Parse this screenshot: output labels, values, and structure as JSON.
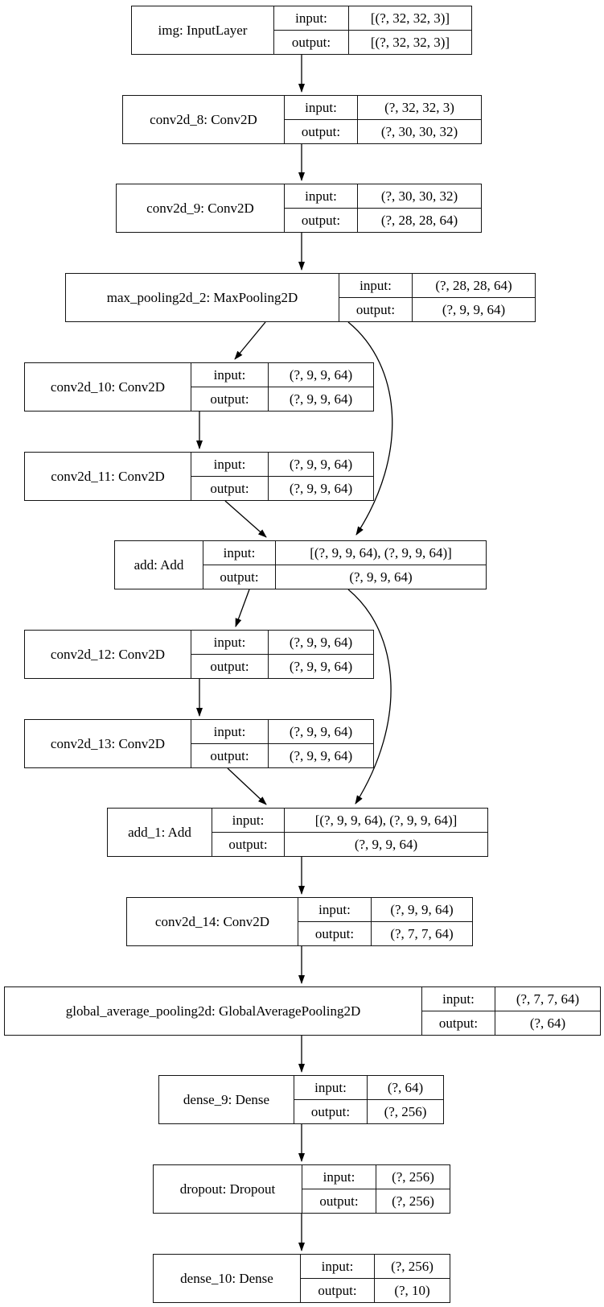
{
  "diagram": {
    "kind": "keras-model-architecture-graph",
    "field_labels": {
      "input": "input:",
      "output": "output:"
    },
    "colors": {
      "background": "#ffffff",
      "box_border": "#141414",
      "edge_stroke": "#000000",
      "text": "#000000"
    },
    "nodes": [
      {
        "id": "img",
        "label": "img: InputLayer",
        "input_shape": "[(?, 32, 32, 3)]",
        "output_shape": "[(?, 32, 32, 3)]"
      },
      {
        "id": "conv2d_8",
        "label": "conv2d_8: Conv2D",
        "input_shape": "(?, 32, 32, 3)",
        "output_shape": "(?, 30, 30, 32)"
      },
      {
        "id": "conv2d_9",
        "label": "conv2d_9: Conv2D",
        "input_shape": "(?, 30, 30, 32)",
        "output_shape": "(?, 28, 28, 64)"
      },
      {
        "id": "max_pooling2d_2",
        "label": "max_pooling2d_2: MaxPooling2D",
        "input_shape": "(?, 28, 28, 64)",
        "output_shape": "(?, 9, 9, 64)"
      },
      {
        "id": "conv2d_10",
        "label": "conv2d_10: Conv2D",
        "input_shape": "(?, 9, 9, 64)",
        "output_shape": "(?, 9, 9, 64)"
      },
      {
        "id": "conv2d_11",
        "label": "conv2d_11: Conv2D",
        "input_shape": "(?, 9, 9, 64)",
        "output_shape": "(?, 9, 9, 64)"
      },
      {
        "id": "add",
        "label": "add: Add",
        "input_shape": "[(?, 9, 9, 64), (?, 9, 9, 64)]",
        "output_shape": "(?, 9, 9, 64)"
      },
      {
        "id": "conv2d_12",
        "label": "conv2d_12: Conv2D",
        "input_shape": "(?, 9, 9, 64)",
        "output_shape": "(?, 9, 9, 64)"
      },
      {
        "id": "conv2d_13",
        "label": "conv2d_13: Conv2D",
        "input_shape": "(?, 9, 9, 64)",
        "output_shape": "(?, 9, 9, 64)"
      },
      {
        "id": "add_1",
        "label": "add_1: Add",
        "input_shape": "[(?, 9, 9, 64), (?, 9, 9, 64)]",
        "output_shape": "(?, 9, 9, 64)"
      },
      {
        "id": "conv2d_14",
        "label": "conv2d_14: Conv2D",
        "input_shape": "(?, 9, 9, 64)",
        "output_shape": "(?, 7, 7, 64)"
      },
      {
        "id": "global_average_pooling2d",
        "label": "global_average_pooling2d: GlobalAveragePooling2D",
        "input_shape": "(?, 7, 7, 64)",
        "output_shape": "(?, 64)"
      },
      {
        "id": "dense_9",
        "label": "dense_9: Dense",
        "input_shape": "(?, 64)",
        "output_shape": "(?, 256)"
      },
      {
        "id": "dropout",
        "label": "dropout: Dropout",
        "input_shape": "(?, 256)",
        "output_shape": "(?, 256)"
      },
      {
        "id": "dense_10",
        "label": "dense_10: Dense",
        "input_shape": "(?, 256)",
        "output_shape": "(?, 10)"
      }
    ],
    "edges": [
      {
        "from": "img",
        "to": "conv2d_8"
      },
      {
        "from": "conv2d_8",
        "to": "conv2d_9"
      },
      {
        "from": "conv2d_9",
        "to": "max_pooling2d_2"
      },
      {
        "from": "max_pooling2d_2",
        "to": "conv2d_10"
      },
      {
        "from": "max_pooling2d_2",
        "to": "add"
      },
      {
        "from": "conv2d_10",
        "to": "conv2d_11"
      },
      {
        "from": "conv2d_11",
        "to": "add"
      },
      {
        "from": "add",
        "to": "conv2d_12"
      },
      {
        "from": "add",
        "to": "add_1"
      },
      {
        "from": "conv2d_12",
        "to": "conv2d_13"
      },
      {
        "from": "conv2d_13",
        "to": "add_1"
      },
      {
        "from": "add_1",
        "to": "conv2d_14"
      },
      {
        "from": "conv2d_14",
        "to": "global_average_pooling2d"
      },
      {
        "from": "global_average_pooling2d",
        "to": "dense_9"
      },
      {
        "from": "dense_9",
        "to": "dropout"
      },
      {
        "from": "dropout",
        "to": "dense_10"
      }
    ]
  }
}
